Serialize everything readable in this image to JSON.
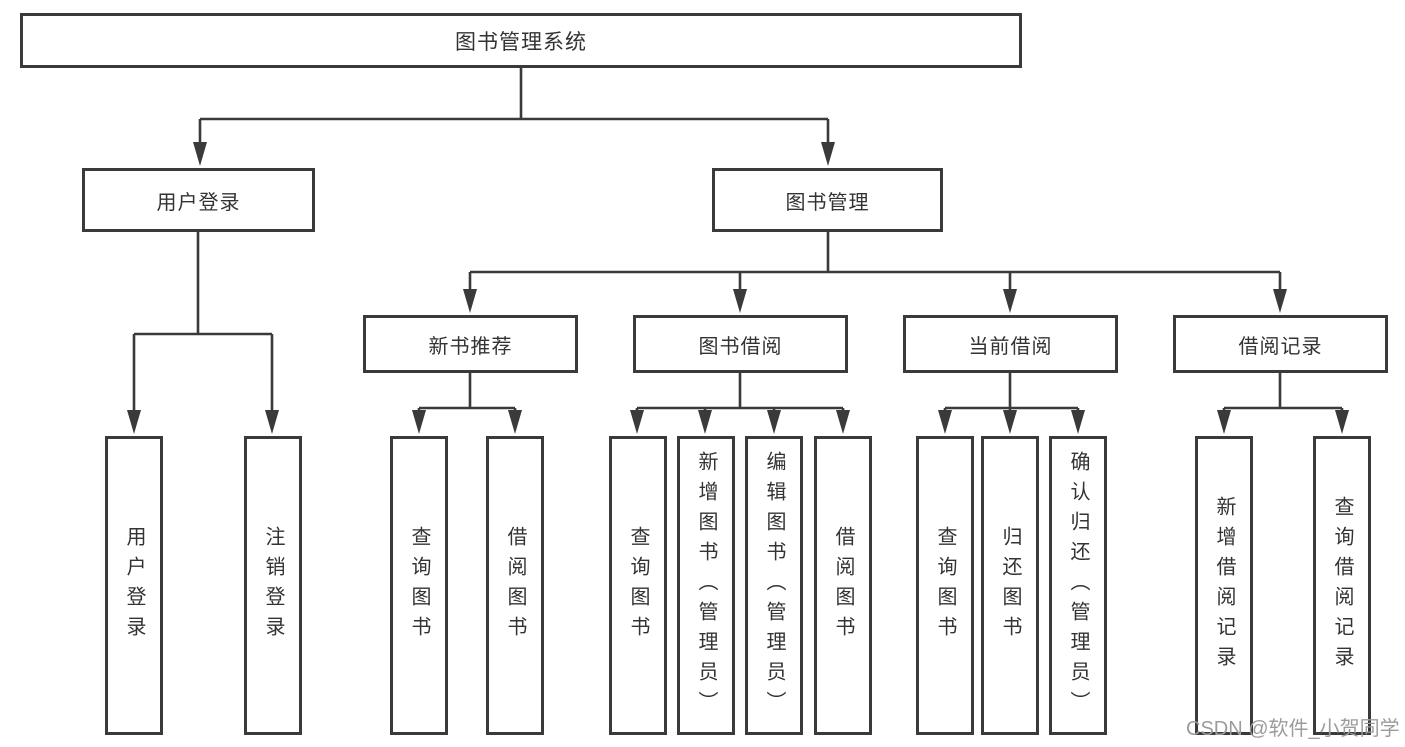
{
  "tree": {
    "root": "图书管理系统",
    "branches": [
      {
        "label": "用户登录",
        "leaves": [
          "用户登录",
          "注销登录"
        ]
      },
      {
        "label": "图书管理",
        "sections": [
          {
            "label": "新书推荐",
            "leaves": [
              "查询图书",
              "借阅图书"
            ]
          },
          {
            "label": "图书借阅",
            "leaves": [
              "查询图书",
              "新增图书（管理员）",
              "编辑图书（管理员）",
              "借阅图书"
            ]
          },
          {
            "label": "当前借阅",
            "leaves": [
              "查询图书",
              "归还图书",
              "确认归还（管理员）"
            ]
          },
          {
            "label": "借阅记录",
            "leaves": [
              "新增借阅记录",
              "查询借阅记录"
            ]
          }
        ]
      }
    ]
  },
  "watermark": "CSDN @软件_小贺同学",
  "colors": {
    "line": "#3a3a3a",
    "text": "#333333",
    "watermark": "#9c9c9c",
    "background": "#ffffff"
  }
}
